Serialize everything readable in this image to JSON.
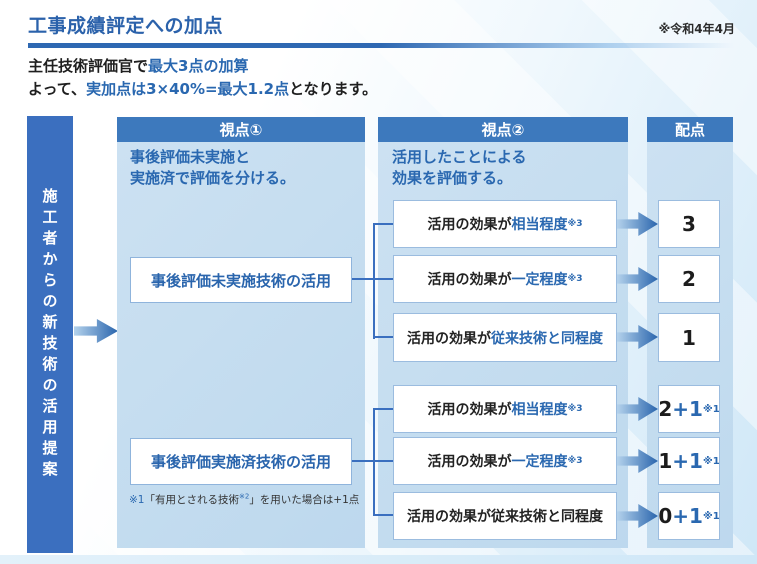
{
  "header": {
    "title": "工事成績評定への加点",
    "date_note": "※令和4年4月",
    "subtitle_line1": {
      "pre": "主任技術評価官で",
      "highlight": "最大3点の加算"
    },
    "subtitle_line2": {
      "pre": "よって、",
      "highlight": "実加点は3×40%=最大1.2点",
      "post": "となります。"
    }
  },
  "diagram": {
    "side_label": "施工者からの新技術の活用提案",
    "columns": {
      "viewpoint1": {
        "header": "視点①",
        "note_line1": "事後評価未実施と",
        "note_line2": "実施済で評価を分ける。"
      },
      "viewpoint2": {
        "header": "視点②",
        "note_line1": "活用したことによる",
        "note_line2": "効果を評価する。"
      },
      "points": {
        "header": "配点"
      }
    },
    "group_boxes": [
      {
        "label": "事後評価未実施技術の活用"
      },
      {
        "label": "事後評価実施済技術の活用"
      }
    ],
    "rows": [
      {
        "prefix": "活用の効果が",
        "highlight": "相当程度",
        "sup": "※3",
        "score": {
          "base": "3",
          "plus": "",
          "sup": ""
        }
      },
      {
        "prefix": "活用の効果が",
        "highlight": "一定程度",
        "sup": "※3",
        "score": {
          "base": "2",
          "plus": "",
          "sup": ""
        }
      },
      {
        "prefix": "活用の効果が",
        "highlight": "従来技術と同程度",
        "sup": "",
        "score": {
          "base": "1",
          "plus": "",
          "sup": ""
        }
      },
      {
        "prefix": "活用の効果が",
        "highlight": "相当程度",
        "sup": "※3",
        "score": {
          "base": "2",
          "plus": "+1",
          "sup": "※1"
        }
      },
      {
        "prefix": "活用の効果が",
        "highlight": "一定程度",
        "sup": "※3",
        "score": {
          "base": "1",
          "plus": "+1",
          "sup": "※1"
        }
      },
      {
        "prefix": "活用の効果が従来技術と同程度",
        "highlight": "",
        "sup": "",
        "score": {
          "base": "0",
          "plus": "+1",
          "sup": "※1"
        }
      }
    ],
    "footnote": {
      "marker": "※1",
      "pre": "「有用とされる技術",
      "sup": "※2",
      "post": "」を用いた場合は+1点"
    },
    "icons": {
      "flow_arrow": "right-arrow"
    },
    "colors": {
      "accent_blue": "#2a68b0",
      "header_bar": "#3d79bd",
      "panel": "#c7def1",
      "side_bar": "#3b6fbf",
      "box_border": "#9bbcdf"
    }
  }
}
